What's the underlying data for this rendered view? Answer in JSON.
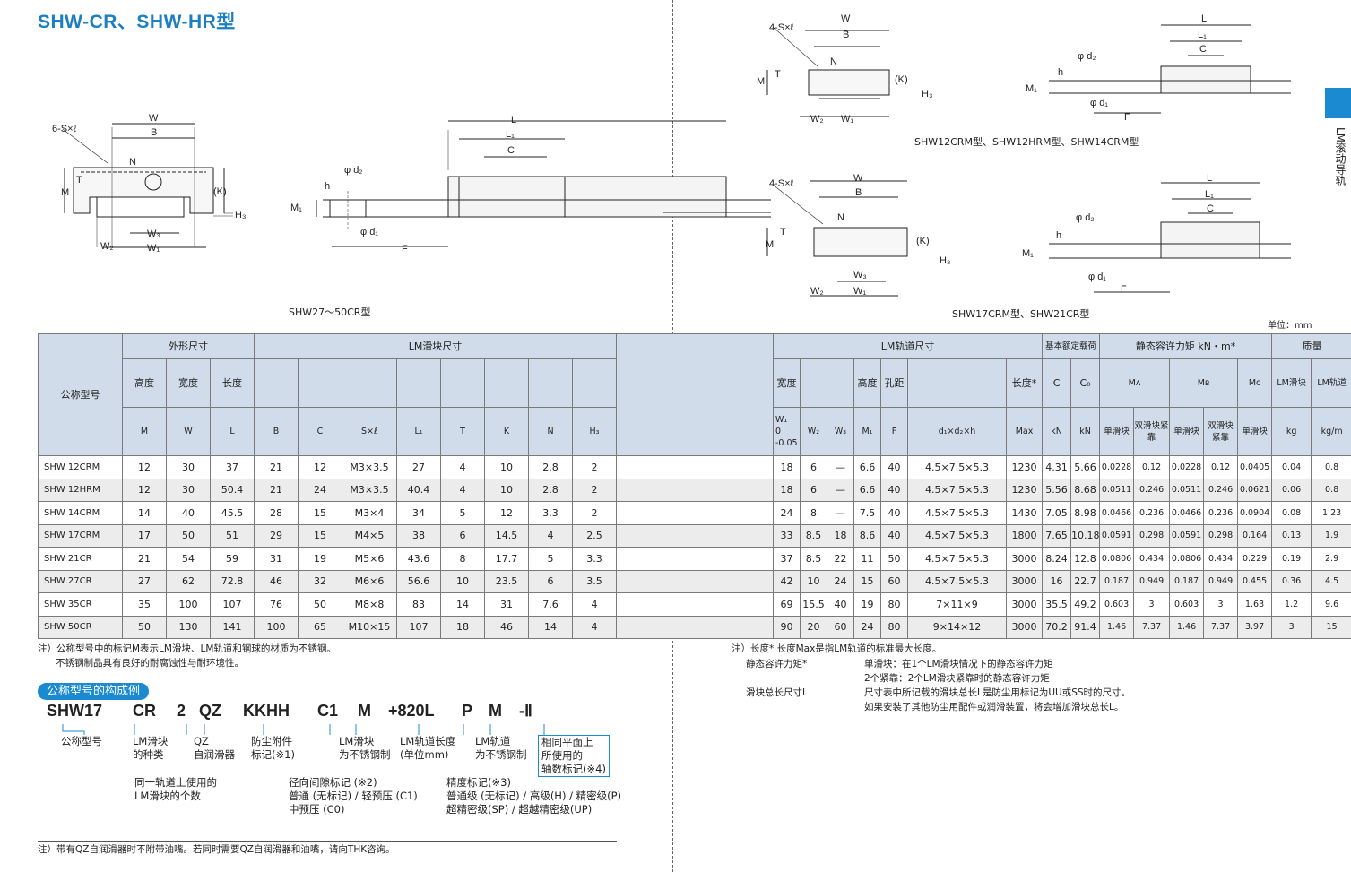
{
  "page": {
    "title": "SHW-CR、SHW-HR型",
    "side_label": "LM滚动导轨"
  },
  "drawings": {
    "dim": {
      "W": "W",
      "B": "B",
      "N": "N",
      "T": "T",
      "M": "M",
      "K": "(K)",
      "H3": "H₃",
      "W2": "W₂",
      "W1": "W₁",
      "W3": "W₃",
      "L": "L",
      "L1": "L₁",
      "C": "C",
      "d2": "φ d₂",
      "d1": "φ d₁",
      "h": "h",
      "M1": "M₁",
      "F": "F",
      "six_s": "6-S×ℓ",
      "four_s": "4-S×ℓ"
    },
    "caption_large": "SHW27～50CR型",
    "caption_small_a": "SHW12CRM型、SHW12HRM型、SHW14CRM型",
    "caption_small_b": "SHW17CRM型、SHW21CR型"
  },
  "unit_label": "单位：mm",
  "table": {
    "header": {
      "model": "公称型号",
      "outer": "外形尺寸",
      "block": "LM滑块尺寸",
      "rail": "LM轨道尺寸",
      "load": "基本额定载荷",
      "moment": "静态容许力矩 kN・m*",
      "mass": "质量",
      "height": "高度",
      "width": "宽度",
      "length": "长度",
      "rail_width": "宽度",
      "rail_height": "高度",
      "pitch": "孔距",
      "rail_length": "长度*",
      "C": "C",
      "C0": "C₀",
      "MA": "Mᴀ",
      "MB": "Mʙ",
      "MC": "Mc",
      "mass_block": "LM滑块",
      "mass_rail": "LM轨道",
      "single1": "单滑块",
      "double1": "双滑块紧靠",
      "single2": "单滑块",
      "double2": "双滑块紧靠",
      "single3": "单滑块",
      "sym": {
        "M": "M",
        "W": "W",
        "L": "L",
        "B": "B",
        "C": "C",
        "Sl": "S×ℓ",
        "L1": "L₁",
        "T": "T",
        "K": "K",
        "N": "N",
        "H3": "H₃",
        "W1": "W₁",
        "W1tol_a": "0",
        "W1tol_b": "-0.05",
        "W2": "W₂",
        "W3": "W₃",
        "M1": "M₁",
        "F": "F",
        "d": "d₁×d₂×h",
        "Max": "Max",
        "kN1": "kN",
        "kN2": "kN",
        "kg": "kg",
        "kgm": "kg/m"
      }
    },
    "rows": [
      [
        "SHW 12CRM",
        "12",
        "30",
        "37",
        "21",
        "12",
        "M3×3.5",
        "27",
        "4",
        "10",
        "2.8",
        "2",
        "18",
        "6",
        "—",
        "6.6",
        "40",
        "4.5×7.5×5.3",
        "1230",
        "4.31",
        "5.66",
        "0.0228",
        "0.12",
        "0.0228",
        "0.12",
        "0.0405",
        "0.04",
        "0.8"
      ],
      [
        "SHW 12HRM",
        "12",
        "30",
        "50.4",
        "21",
        "24",
        "M3×3.5",
        "40.4",
        "4",
        "10",
        "2.8",
        "2",
        "18",
        "6",
        "—",
        "6.6",
        "40",
        "4.5×7.5×5.3",
        "1230",
        "5.56",
        "8.68",
        "0.0511",
        "0.246",
        "0.0511",
        "0.246",
        "0.0621",
        "0.06",
        "0.8"
      ],
      [
        "SHW 14CRM",
        "14",
        "40",
        "45.5",
        "28",
        "15",
        "M3×4",
        "34",
        "5",
        "12",
        "3.3",
        "2",
        "24",
        "8",
        "—",
        "7.5",
        "40",
        "4.5×7.5×5.3",
        "1430",
        "7.05",
        "8.98",
        "0.0466",
        "0.236",
        "0.0466",
        "0.236",
        "0.0904",
        "0.08",
        "1.23"
      ],
      [
        "SHW 17CRM",
        "17",
        "50",
        "51",
        "29",
        "15",
        "M4×5",
        "38",
        "6",
        "14.5",
        "4",
        "2.5",
        "33",
        "8.5",
        "18",
        "8.6",
        "40",
        "4.5×7.5×5.3",
        "1800",
        "7.65",
        "10.18",
        "0.0591",
        "0.298",
        "0.0591",
        "0.298",
        "0.164",
        "0.13",
        "1.9"
      ],
      [
        "SHW 21CR",
        "21",
        "54",
        "59",
        "31",
        "19",
        "M5×6",
        "43.6",
        "8",
        "17.7",
        "5",
        "3.3",
        "37",
        "8.5",
        "22",
        "11",
        "50",
        "4.5×7.5×5.3",
        "3000",
        "8.24",
        "12.8",
        "0.0806",
        "0.434",
        "0.0806",
        "0.434",
        "0.229",
        "0.19",
        "2.9"
      ],
      [
        "SHW 27CR",
        "27",
        "62",
        "72.8",
        "46",
        "32",
        "M6×6",
        "56.6",
        "10",
        "23.5",
        "6",
        "3.5",
        "42",
        "10",
        "24",
        "15",
        "60",
        "4.5×7.5×5.3",
        "3000",
        "16",
        "22.7",
        "0.187",
        "0.949",
        "0.187",
        "0.949",
        "0.455",
        "0.36",
        "4.5"
      ],
      [
        "SHW 35CR",
        "35",
        "100",
        "107",
        "76",
        "50",
        "M8×8",
        "83",
        "14",
        "31",
        "7.6",
        "4",
        "69",
        "15.5",
        "40",
        "19",
        "80",
        "7×11×9",
        "3000",
        "35.5",
        "49.2",
        "0.603",
        "3",
        "0.603",
        "3",
        "1.63",
        "1.2",
        "9.6"
      ],
      [
        "SHW 50CR",
        "50",
        "130",
        "141",
        "100",
        "65",
        "M10×15",
        "107",
        "18",
        "46",
        "14",
        "4",
        "90",
        "20",
        "60",
        "24",
        "80",
        "9×14×12",
        "3000",
        "70.2",
        "91.4",
        "1.46",
        "7.37",
        "1.46",
        "7.37",
        "3.97",
        "3",
        "15"
      ]
    ]
  },
  "notes_left": {
    "line1": "注）公称型号中的标记M表示LM滑块、LM轨道和钢球的材质为不锈钢。",
    "line2": "不锈钢制品具有良好的耐腐蚀性与耐环境性。"
  },
  "notes_right": {
    "line1": "注）长度*  长度Max是指LM轨道的标准最大长度。",
    "label2": "静态容许力矩*",
    "val2": "单滑块：在1个LM滑块情况下的静态容许力矩",
    "val3": "2个紧靠：2个LM滑块紧靠时的静态容许力矩",
    "label4": "滑块总长尺寸L",
    "val4": "尺寸表中所记载的滑块总长L是防尘用标记为UU或SS时的尺寸。",
    "val5": "如果安装了其他防尘用配件或润滑装置，将会增加滑块总长L。"
  },
  "model_code": {
    "pill": "公称型号的构成例",
    "parts": [
      "SHW17",
      "CR",
      "2",
      "QZ",
      "KKHH",
      "C1",
      "M",
      "+820L",
      "P",
      "M",
      "-Ⅱ"
    ],
    "labels": {
      "a1": "公称型号",
      "b1": "LM滑块",
      "b2": "的种类",
      "c1": "QZ",
      "c2": "自润滑器",
      "d1": "防尘附件",
      "d2": "标记(※1)",
      "e1": "LM滑块",
      "e2": "为不锈钢制",
      "f1": "LM轨道长度",
      "f2": "(单位mm)",
      "g1": "LM轨道",
      "g2": "为不锈钢制",
      "h1": "相同平面上",
      "h2": "所使用的",
      "h3": "轴数标记(※4)",
      "i1": "同一轨道上使用的",
      "i2": "LM滑块的个数",
      "j1": "径向间隙标记 (※2)",
      "j2": "普通 (无标记) / 轻预压 (C1)",
      "j3": "中预压 (C0)",
      "k1": "精度标记(※3)",
      "k2": "普通级 (无标记) / 高级(H) / 精密级(P)",
      "k3": "超精密级(SP) / 超越精密级(UP)"
    },
    "footnote": "注）带有QZ自润滑器时不附带油嘴。若同时需要QZ自润滑器和油嘴，请向THK咨询。"
  }
}
